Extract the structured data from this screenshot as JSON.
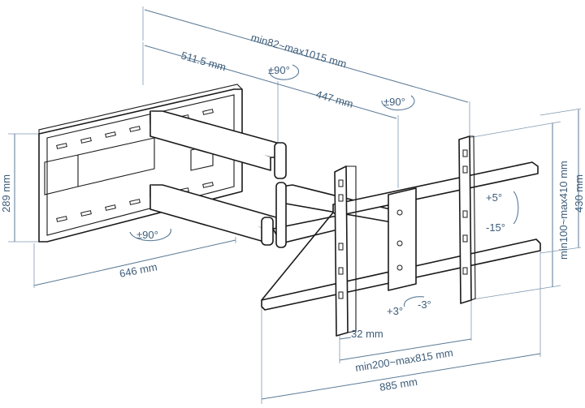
{
  "colors": {
    "dimension": "#5a7a96",
    "dimension_text": "#3e5d79",
    "part_stroke": "#1a1a1a",
    "background": "#ffffff"
  },
  "dimensions": {
    "depth_range": "min82~max1015 mm",
    "arm_1": "511.5 mm",
    "arm_2": "447 mm",
    "wall_plate_height": "289 mm",
    "wall_plate_width": "646 mm",
    "vesa_vertical": "min100~max410 mm",
    "overall_height": "430 mm",
    "overall_width": "885 mm",
    "vesa_horizontal": "min200~max815 mm",
    "spacing": "32 mm"
  },
  "rotations": {
    "swivel_top": "±90°",
    "swivel_middle": "±90°",
    "swivel_wall": "±90°",
    "tilt_up": "+5°",
    "tilt_down": "-15°",
    "level_plus": "+3°",
    "level_minus": "-3°"
  }
}
